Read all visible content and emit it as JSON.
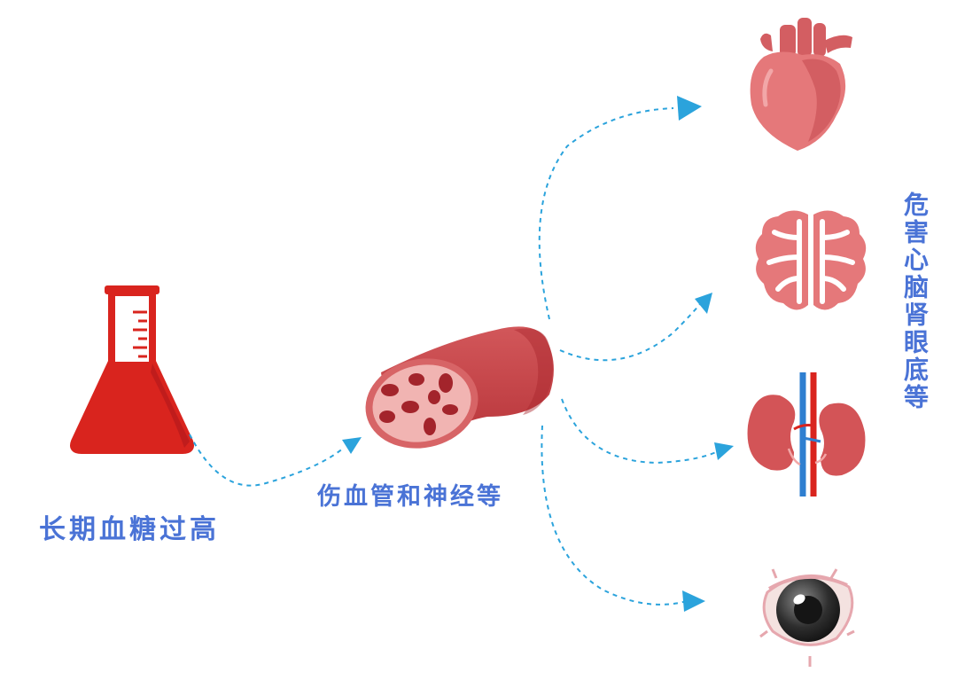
{
  "labels": {
    "cause": "长期血糖过高",
    "middle": "伤血管和神经等",
    "harm": "危害心脑肾眼底等"
  },
  "colors": {
    "label_blue": "#4a73d6",
    "arrow_blue": "#2ba3dc",
    "flask_red": "#d9241e",
    "vessel_red": "#c9454a",
    "organ_pink": "#e5787a"
  },
  "icons": [
    "flask-icon",
    "blood-vessel-icon",
    "heart-icon",
    "brain-icon",
    "kidney-icon",
    "eye-icon"
  ]
}
